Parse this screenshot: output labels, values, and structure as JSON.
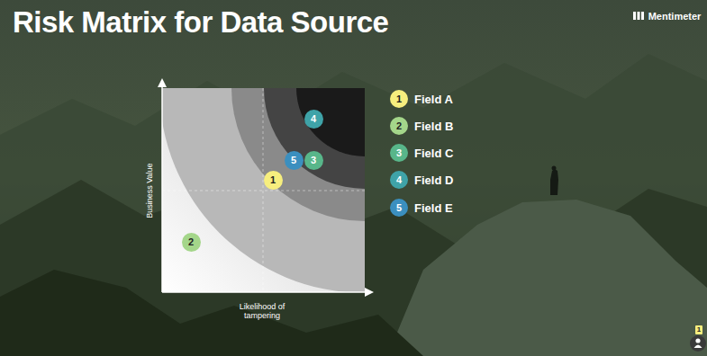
{
  "diagram": {
    "title": "Risk Matrix for Data Source",
    "nodes": [
      {
        "text": [
          "4"
        ]
      },
      {
        "text": [
          "5"
        ]
      },
      {
        "text": [
          "3"
        ]
      },
      {
        "text": [
          "1"
        ]
      },
      {
        "text": [
          "2"
        ]
      },
      {
        "text": [
          "1",
          "Field A"
        ]
      },
      {
        "text": [
          "2",
          "Field B"
        ]
      },
      {
        "text": [
          "3",
          "Field C"
        ]
      },
      {
        "text": [
          "4",
          "Field D"
        ]
      },
      {
        "text": [
          "5",
          "Field E"
        ]
      }
    ],
    "labels": [
      "Business Value",
      "Likelihood of tampering",
      "Mentimeter",
      "1"
    ]
  }
}
